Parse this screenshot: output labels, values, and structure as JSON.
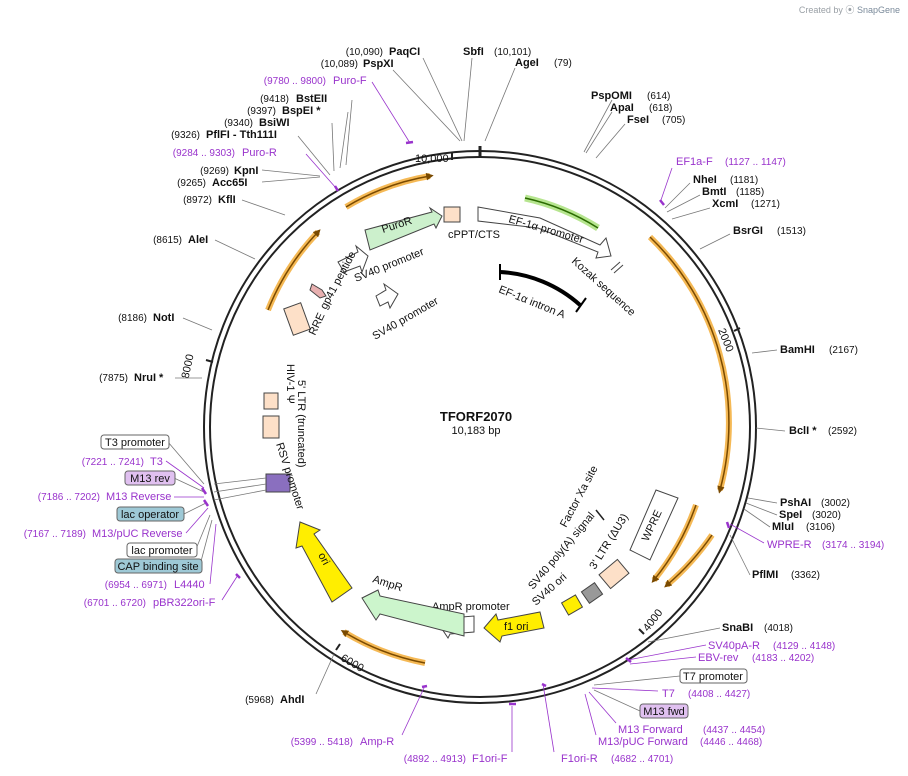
{
  "header": {
    "created_by": "Created by",
    "brand": "SnapGene"
  },
  "plasmid": {
    "name": "TFORF2070",
    "length": "10,183 bp"
  },
  "ticks": [
    "10,000",
    "2000",
    "4000",
    "6000",
    "8000"
  ],
  "sites": [
    {
      "name": "PaqCI",
      "pos": "(10,090)"
    },
    {
      "name": "PspXI",
      "pos": "(10,089)"
    },
    {
      "name": "SbfI",
      "pos": "(10,101)"
    },
    {
      "name": "AgeI",
      "pos": "(79)"
    },
    {
      "name": "PspOMI",
      "pos": "(614)"
    },
    {
      "name": "ApaI",
      "pos": "(618)"
    },
    {
      "name": "FseI",
      "pos": "(705)"
    },
    {
      "name": "NheI",
      "pos": "(1181)"
    },
    {
      "name": "BmtI",
      "pos": "(1185)"
    },
    {
      "name": "XcmI",
      "pos": "(1271)"
    },
    {
      "name": "BsrGI",
      "pos": "(1513)"
    },
    {
      "name": "BamHI",
      "pos": "(2167)"
    },
    {
      "name": "BclI *",
      "pos": "(2592)"
    },
    {
      "name": "PshAI",
      "pos": "(3002)"
    },
    {
      "name": "SpeI",
      "pos": "(3020)"
    },
    {
      "name": "MluI",
      "pos": "(3106)"
    },
    {
      "name": "PflMI",
      "pos": "(3362)"
    },
    {
      "name": "SnaBI",
      "pos": "(4018)"
    },
    {
      "name": "AhdI",
      "pos": "(5968)"
    },
    {
      "name": "NruI *",
      "pos": "(7875)"
    },
    {
      "name": "NotI",
      "pos": "(8186)"
    },
    {
      "name": "AleI",
      "pos": "(8615)"
    },
    {
      "name": "KflI",
      "pos": "(8972)"
    },
    {
      "name": "Acc65I",
      "pos": "(9265)"
    },
    {
      "name": "KpnI",
      "pos": "(9269)"
    },
    {
      "name": "PflFI - Tth111I",
      "pos": "(9326)"
    },
    {
      "name": "BsiWI",
      "pos": "(9340)"
    },
    {
      "name": "BspEI *",
      "pos": "(9397)"
    },
    {
      "name": "BstEII",
      "pos": "(9418)"
    }
  ],
  "primers": [
    {
      "name": "Puro-F",
      "pos": "(9780 .. 9800)"
    },
    {
      "name": "Puro-R",
      "pos": "(9284 .. 9303)"
    },
    {
      "name": "EF1a-F",
      "pos": "(1127 .. 1147)"
    },
    {
      "name": "WPRE-R",
      "pos": "(3174 .. 3194)"
    },
    {
      "name": "SV40pA-R",
      "pos": "(4129 .. 4148)"
    },
    {
      "name": "EBV-rev",
      "pos": "(4183 .. 4202)"
    },
    {
      "name": "T7",
      "pos": "(4408 .. 4427)"
    },
    {
      "name": "M13 Forward",
      "pos": "(4437 .. 4454)"
    },
    {
      "name": "M13/pUC Forward",
      "pos": "(4446 .. 4468)"
    },
    {
      "name": "F1ori-R",
      "pos": "(4682 .. 4701)"
    },
    {
      "name": "F1ori-F",
      "pos": "(4892 .. 4913)"
    },
    {
      "name": "Amp-R",
      "pos": "(5399 .. 5418)"
    },
    {
      "name": "pBR322ori-F",
      "pos": "(6701 .. 6720)"
    },
    {
      "name": "L4440",
      "pos": "(6954 .. 6971)"
    },
    {
      "name": "M13/pUC Reverse",
      "pos": "(7167 .. 7189)"
    },
    {
      "name": "M13 Reverse",
      "pos": "(7186 .. 7202)"
    },
    {
      "name": "T3",
      "pos": "(7221 .. 7241)"
    }
  ],
  "boxes": {
    "t3_promoter": "T3 promoter",
    "m13_rev": "M13 rev",
    "lac_operator": "lac operator",
    "lac_promoter": "lac promoter",
    "cap_site": "CAP binding site",
    "t7_promoter": "T7 promoter",
    "m13_fwd": "M13 fwd"
  },
  "features": {
    "puroR": "PuroR",
    "cppt": "cPPT/CTS",
    "ef1a_promoter": "EF-1α promoter",
    "kozak": "Kozak sequence",
    "ef1a_intron": "EF-1α intron A",
    "sv40_promoter_1": "SV40 promoter",
    "sv40_promoter_2": "SV40 promoter",
    "gp41": "gp41 peptide",
    "rre": "RRE",
    "ltr5_a": "5' LTR (truncated)",
    "ltr5_b": "HIV-1 Ψ",
    "rsv": "RSV promoter",
    "factor_xa": "Factor Xa site",
    "wpre": "WPRE",
    "ltr3": "3' LTR (ΔU3)",
    "sv40_polya": "SV40 poly(A) signal",
    "sv40_ori": "SV40 ori",
    "f1_ori": "f1 ori",
    "ampr_promoter": "AmpR promoter",
    "ampr": "AmpR",
    "ori": "ori"
  },
  "colors": {
    "backbone": "#222222",
    "primer": "#9933cc",
    "orf": "#f5a623",
    "promoter": "#ffffff",
    "puroR": "#ccf0cc",
    "misc": "#fde0c8",
    "ori": "#ffee00",
    "ampr": "#ccf5cc",
    "box_lac": "#9ec9d6",
    "box_m13": "#e0c0f0"
  }
}
